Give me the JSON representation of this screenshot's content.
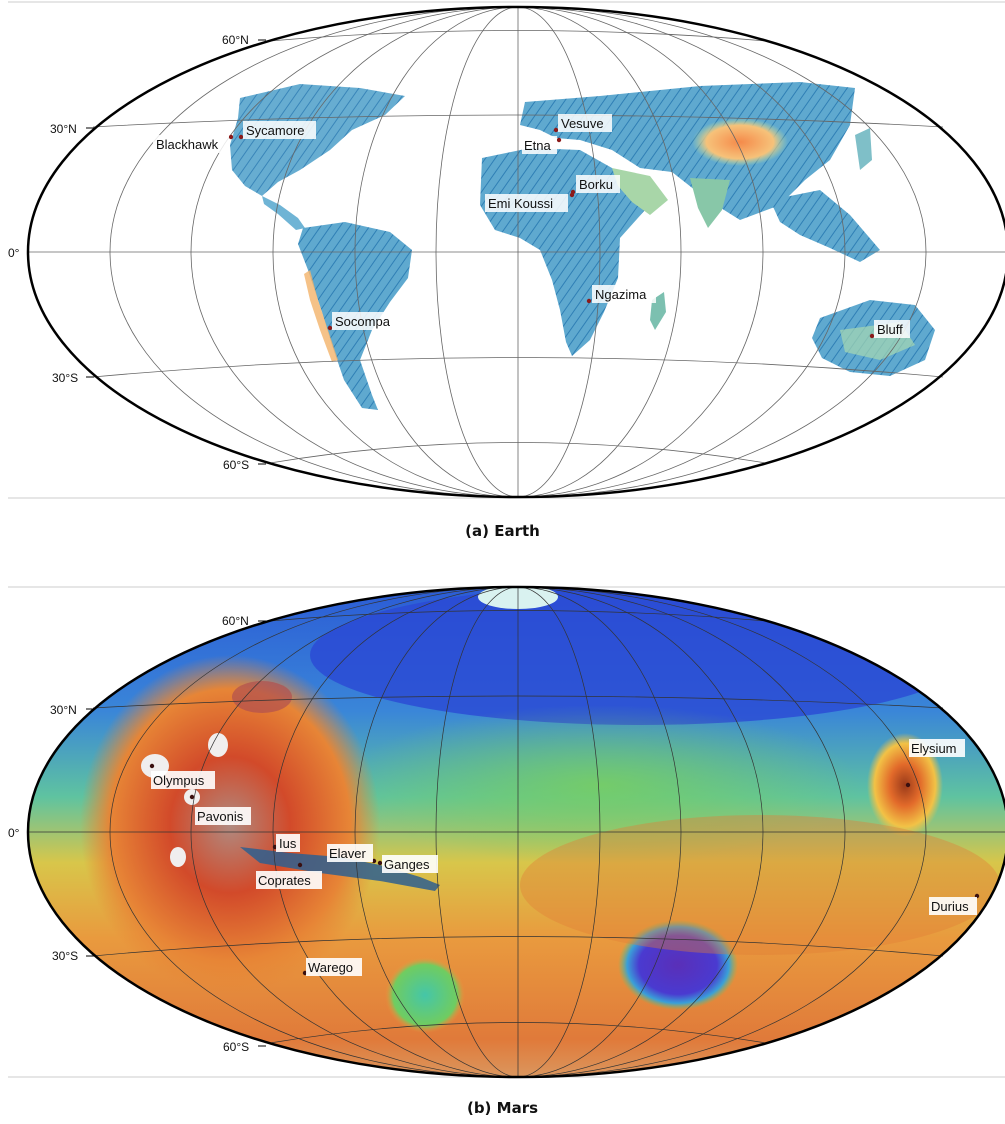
{
  "figures": [
    {
      "id": "earth",
      "caption": "(a) Earth",
      "lat_ticks": [
        "60°N",
        "30°N",
        "0°",
        "30°S",
        "60°S"
      ],
      "markers": [
        {
          "name": "Blackhawk"
        },
        {
          "name": "Sycamore"
        },
        {
          "name": "Vesuve"
        },
        {
          "name": "Etna"
        },
        {
          "name": "Borku"
        },
        {
          "name": "Emi Koussi"
        },
        {
          "name": "Ngazima"
        },
        {
          "name": "Socompa"
        },
        {
          "name": "Bluff"
        }
      ]
    },
    {
      "id": "mars",
      "caption": "(b) Mars",
      "lat_ticks": [
        "60°N",
        "30°N",
        "0°",
        "30°S",
        "60°S"
      ],
      "markers": [
        {
          "name": "Olympus"
        },
        {
          "name": "Pavonis"
        },
        {
          "name": "Ius"
        },
        {
          "name": "Elaver"
        },
        {
          "name": "Ganges"
        },
        {
          "name": "Coprates"
        },
        {
          "name": "Warego"
        },
        {
          "name": "Elysium"
        },
        {
          "name": "Durius"
        }
      ]
    }
  ],
  "colors": {
    "ocean": "#ffffff",
    "earth_low": "#2f8fc0",
    "earth_mid": "#9fd7a7",
    "earth_high": "#f4a05a",
    "mars_low": "#3b3bd0",
    "mars_mid": "#70d070",
    "mars_high": "#e06a2c",
    "marker": "#8b1a1a",
    "graticule": "#555555"
  }
}
